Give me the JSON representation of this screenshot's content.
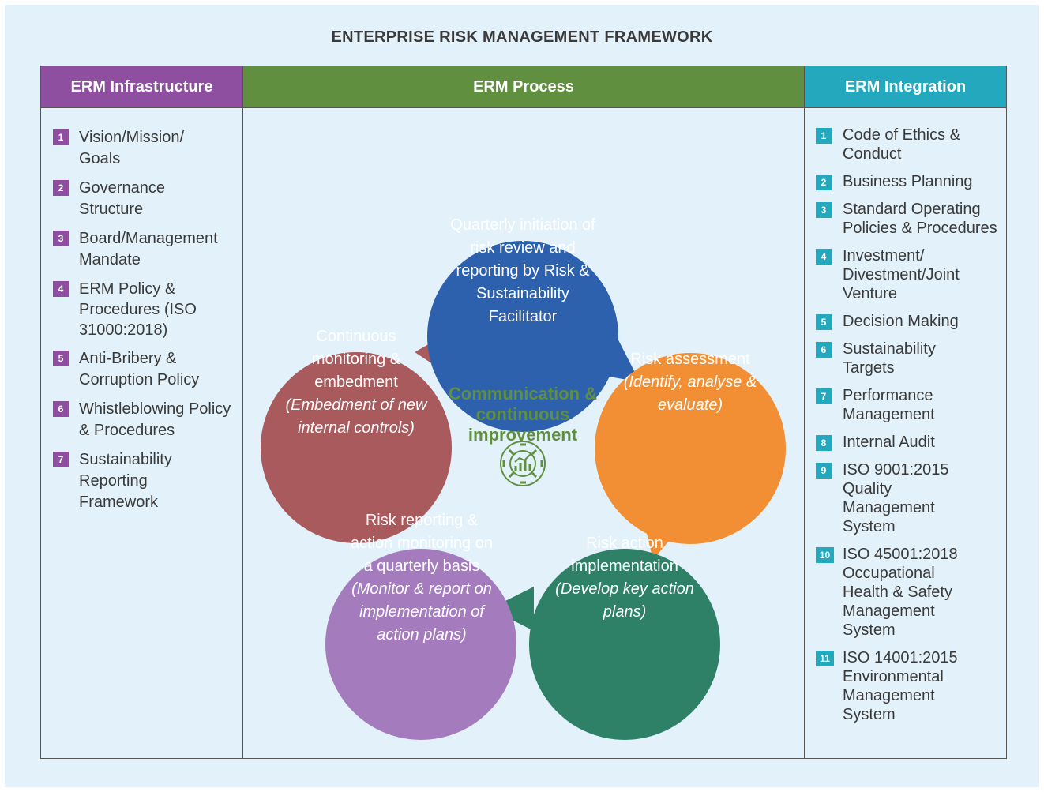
{
  "title": "ENTERPRISE RISK MANAGEMENT FRAMEWORK",
  "columns": {
    "infrastructure": {
      "header": "ERM Infrastructure",
      "items": [
        {
          "num": "1",
          "label": "Vision/Mission/ Goals"
        },
        {
          "num": "2",
          "label": "Governance Structure"
        },
        {
          "num": "3",
          "label": "Board/Management Mandate"
        },
        {
          "num": "4",
          "label": "ERM Policy & Procedures (ISO 31000:2018)"
        },
        {
          "num": "5",
          "label": "Anti-Bribery & Corruption Policy"
        },
        {
          "num": "6",
          "label": "Whistleblowing Policy & Procedures"
        },
        {
          "num": "7",
          "label": "Sustainability Reporting Framework"
        }
      ]
    },
    "process": {
      "header": "ERM Process",
      "center_label": "Communication & continuous improvement",
      "center_icon": "gear-chart-icon",
      "steps": [
        {
          "title": "Quarterly initiation of risk review and reporting by Risk & Sustainability Facilitator",
          "subtitle": "",
          "color": "#2d60ad"
        },
        {
          "title": "Risk assessment",
          "subtitle": "(Identify, analyse & evaluate)",
          "color": "#f28f34"
        },
        {
          "title": "Risk action implementation",
          "subtitle": "(Develop key action plans)",
          "color": "#2e8066"
        },
        {
          "title": "Risk reporting & action monitoring on a quarterly basis",
          "subtitle": "(Monitor & report on implementation of action plans)",
          "color": "#a47cbd"
        },
        {
          "title": "Continuous monitoring & embedment",
          "subtitle": "(Embedment of new internal controls)",
          "color": "#a85a5d"
        }
      ]
    },
    "integration": {
      "header": "ERM Integration",
      "items": [
        {
          "num": "1",
          "label": "Code of Ethics & Conduct"
        },
        {
          "num": "2",
          "label": "Business Planning"
        },
        {
          "num": "3",
          "label": "Standard Operating Policies & Procedures"
        },
        {
          "num": "4",
          "label": "Investment/ Divestment/Joint Venture"
        },
        {
          "num": "5",
          "label": "Decision Making"
        },
        {
          "num": "6",
          "label": "Sustainability Targets"
        },
        {
          "num": "7",
          "label": "Performance Management"
        },
        {
          "num": "8",
          "label": "Internal Audit"
        },
        {
          "num": "9",
          "label": "ISO 9001:2015 Quality Management System"
        },
        {
          "num": "10",
          "label": "ISO 45001:2018 Occupational Health & Safety Management System"
        },
        {
          "num": "11",
          "label": "ISO 14001:2015 Environmental Management System"
        }
      ]
    }
  },
  "colors": {
    "infrastructure": "#8e4fa0",
    "process": "#5f8f3f",
    "integration": "#24a8bd",
    "background": "#e3f1fa"
  }
}
